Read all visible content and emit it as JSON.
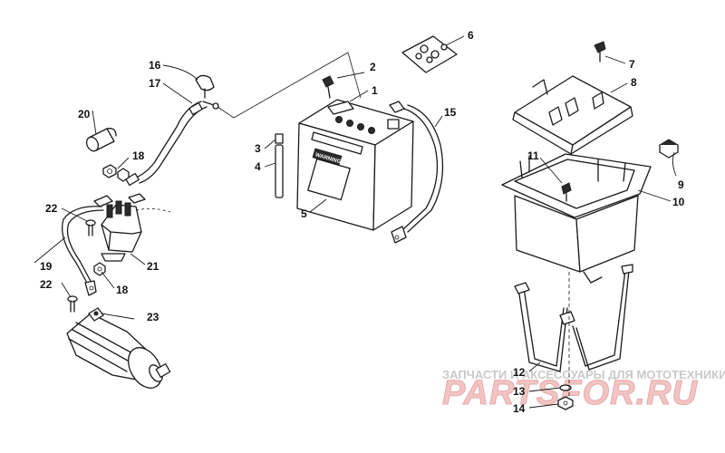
{
  "callouts": {
    "c1": "1",
    "c2": "2",
    "c3": "3",
    "c4": "4",
    "c5": "5",
    "c6": "6",
    "c7": "7",
    "c8": "8",
    "c9": "9",
    "c10": "10",
    "c11": "11",
    "c12": "12",
    "c13": "13",
    "c14": "14",
    "c15": "15",
    "c16": "16",
    "c17": "17",
    "c18a": "18",
    "c18b": "18",
    "c19": "19",
    "c20": "20",
    "c21": "21",
    "c22a": "22",
    "c22b": "22",
    "c23": "23"
  },
  "battery_label": "WARNING",
  "watermark": {
    "tagline": "ЗАПЧАСТИ И АКСЕССУАРЫ ДЛЯ МОТОТЕХНИКИ",
    "brand": "PARTSFOR.RU"
  }
}
